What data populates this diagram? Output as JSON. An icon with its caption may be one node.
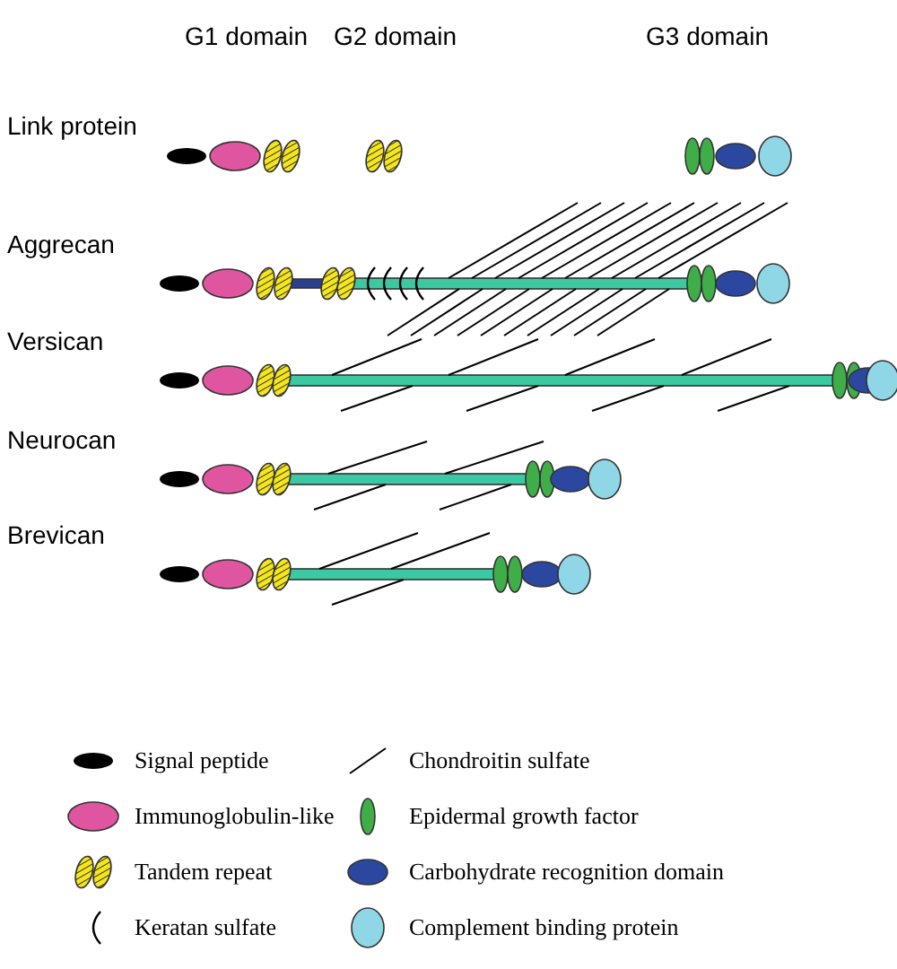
{
  "diagram": {
    "labels": [
      "G1 domain",
      "G2 domain",
      "G3 domain",
      "Link protein",
      "Aggrecan",
      "Versican",
      "Neurocan",
      "Brevican"
    ],
    "legend": [
      {
        "text": "Signal peptide",
        "color": "#000000"
      },
      {
        "text": "Chondroitin sulfate"
      },
      {
        "text": "Immunoglobulin-like",
        "color": "#e0559f"
      },
      {
        "text": "Epidermal growth factor",
        "color": "#3fae49"
      },
      {
        "text": "Tandem repeat",
        "color": "#f5e61a"
      },
      {
        "text": "Carbohydrate recognition domain",
        "color": "#2b47a0"
      },
      {
        "text": "Keratan sulfate"
      },
      {
        "text": "Complement binding protein",
        "color": "#8fd6e6"
      }
    ]
  }
}
